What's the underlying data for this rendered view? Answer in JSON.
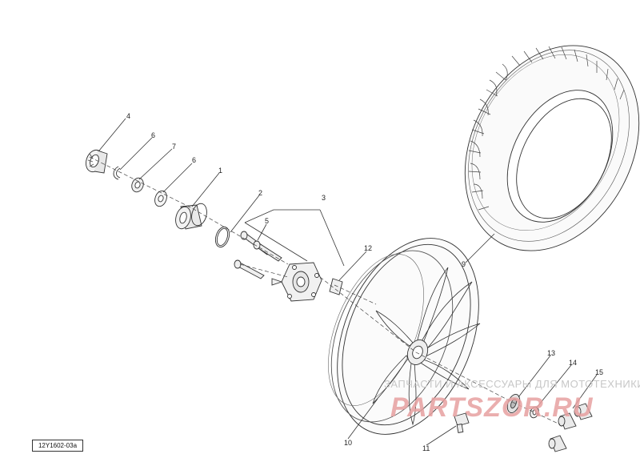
{
  "reference_code": "12Y1602-03a",
  "watermark": {
    "line1": "ЗАПЧАСТИ И АКСЕССУАРЫ ДЛЯ МОТОТЕХНИКИ",
    "line2": "PARTSZOR.RU"
  },
  "callouts": {
    "n1": "1",
    "n2": "2",
    "n3": "3",
    "n4": "4",
    "n5": "5",
    "n6a": "6",
    "n6b": "6",
    "n7": "7",
    "n9": "9",
    "n10": "10",
    "n11": "11",
    "n12": "12",
    "n13": "13",
    "n14": "14",
    "n15": "15"
  }
}
